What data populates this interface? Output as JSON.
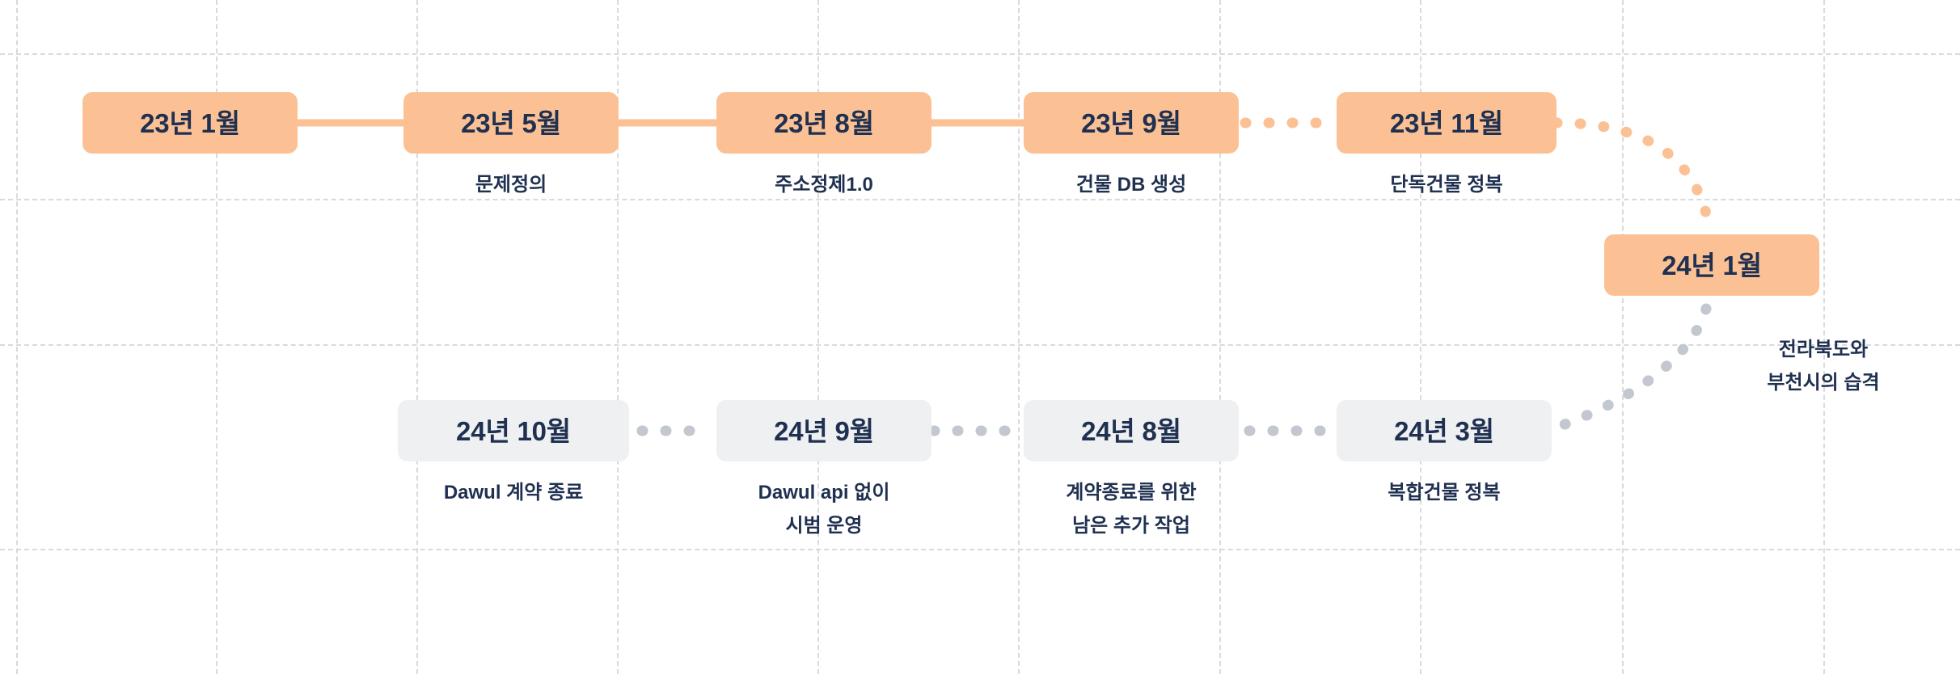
{
  "diagram": {
    "type": "timeline-roadmap",
    "background_color": "#ffffff",
    "grid": {
      "line_color": "#d9d9de",
      "style": "dashed",
      "vertical_x": [
        20,
        267,
        515,
        763,
        1011,
        1259,
        1508,
        1756,
        2006,
        2255
      ],
      "horizontal_y": [
        66,
        246,
        426,
        606,
        679
      ]
    },
    "palette": {
      "orange_box": "#fbc195",
      "orange_connector": "#fbc195",
      "grey_box": "#eff0f2",
      "grey_connector": "#c3c7cf",
      "text": "#1f3050"
    },
    "rows": [
      {
        "name": "row-1",
        "nodes": [
          {
            "id": "n1",
            "title": "23년 1월",
            "caption": [],
            "style": "orange"
          },
          {
            "id": "n2",
            "title": "23년 5월",
            "caption": [
              "문제정의"
            ],
            "style": "orange"
          },
          {
            "id": "n3",
            "title": "23년 8월",
            "caption": [
              "주소정제1.0"
            ],
            "style": "orange"
          },
          {
            "id": "n4",
            "title": "23년 9월",
            "caption": [
              "건물 DB 생성"
            ],
            "style": "orange"
          },
          {
            "id": "n5",
            "title": "23년 11월",
            "caption": [
              "단독건물 정복"
            ],
            "style": "orange"
          }
        ]
      },
      {
        "name": "row-turn",
        "nodes": [
          {
            "id": "n6",
            "title": "24년 1월",
            "caption": [],
            "style": "orange"
          }
        ],
        "side_label": [
          "전라북도와",
          "부천시의 습격"
        ]
      },
      {
        "name": "row-2",
        "nodes": [
          {
            "id": "n10",
            "title": "24년 10월",
            "caption": [
              "Dawul 계약 종료"
            ],
            "style": "grey"
          },
          {
            "id": "n9",
            "title": "24년 9월",
            "caption": [
              "Dawul api 없이",
              "시범 운영"
            ],
            "style": "grey"
          },
          {
            "id": "n8",
            "title": "24년 8월",
            "caption": [
              "계약종료를 위한",
              "남은 추가 작업"
            ],
            "style": "grey"
          },
          {
            "id": "n7",
            "title": "24년 3월",
            "caption": [
              "복합건물 정복"
            ],
            "style": "grey"
          }
        ]
      }
    ],
    "connectors": [
      {
        "from": "n1",
        "to": "n2",
        "style": "solid",
        "color": "#fbc195"
      },
      {
        "from": "n2",
        "to": "n3",
        "style": "solid",
        "color": "#fbc195"
      },
      {
        "from": "n3",
        "to": "n4",
        "style": "solid",
        "color": "#fbc195"
      },
      {
        "from": "n4",
        "to": "n5",
        "style": "dotted",
        "color": "#fbc195"
      },
      {
        "from": "n5",
        "to": "n6",
        "style": "dotted-curve",
        "color": "#fbc195"
      },
      {
        "from": "n6",
        "to": "n7",
        "style": "dotted-curve",
        "color": "#c3c7cf"
      },
      {
        "from": "n7",
        "to": "n8",
        "style": "dotted",
        "color": "#c3c7cf"
      },
      {
        "from": "n8",
        "to": "n9",
        "style": "dotted",
        "color": "#c3c7cf"
      },
      {
        "from": "n9",
        "to": "n10",
        "style": "dotted",
        "color": "#c3c7cf"
      }
    ]
  }
}
